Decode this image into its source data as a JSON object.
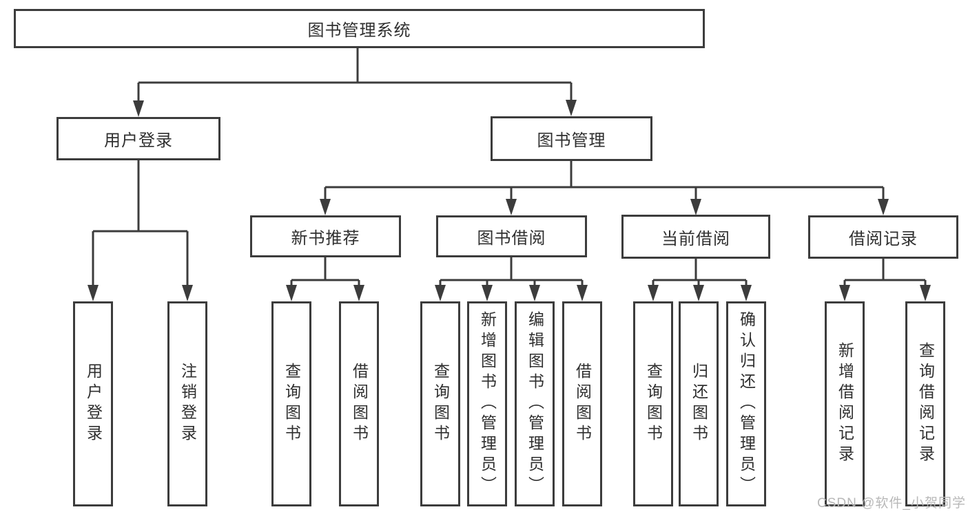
{
  "diagram": {
    "root": {
      "label": "图书管理系统"
    },
    "level2": [
      {
        "label": "用户登录",
        "children": [
          {
            "label": "用户登录"
          },
          {
            "label": "注销登录"
          }
        ]
      },
      {
        "label": "图书管理",
        "children": [
          {
            "label": "新书推荐",
            "children": [
              {
                "label": "查询图书"
              },
              {
                "label": "借阅图书"
              }
            ]
          },
          {
            "label": "图书借阅",
            "children": [
              {
                "label": "查询图书"
              },
              {
                "label": "新增图书（管理员）"
              },
              {
                "label": "编辑图书（管理员）"
              },
              {
                "label": "借阅图书"
              }
            ]
          },
          {
            "label": "当前借阅",
            "children": [
              {
                "label": "查询图书"
              },
              {
                "label": "归还图书"
              },
              {
                "label": "确认归还（管理员）"
              }
            ]
          },
          {
            "label": "借阅记录",
            "children": [
              {
                "label": "新增借阅记录"
              },
              {
                "label": "查询借阅记录"
              }
            ]
          }
        ]
      }
    ]
  },
  "watermark": {
    "text": "CSDN @软件_小贺同学"
  },
  "colors": {
    "line": "#3c3c3c",
    "text": "#2f2f2f",
    "watermark": "#b8b8b8",
    "background": "#ffffff"
  }
}
